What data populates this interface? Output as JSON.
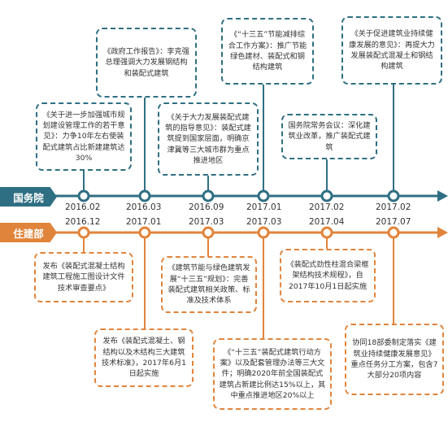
{
  "rows": {
    "guowuyuan": {
      "label": "国务院",
      "color": "#2f6f83"
    },
    "zhujianbu": {
      "label": "住建部",
      "color": "#e1843b"
    }
  },
  "top_dates": [
    "2016.02",
    "2016.03",
    "2016.09",
    "2017.01",
    "2017.02",
    "2017.02"
  ],
  "bottom_dates": [
    "2016.12",
    "2017.01",
    "2017.03",
    "2017.03",
    "2017.04",
    "2017.07"
  ],
  "top_events": [
    "《关于进一步加强城市规划建设管理工作的若干意见》：力争10年左右使装配式建筑占比新建建筑达30%",
    "《政府工作报告》：李克强总理强调大力发展钢结构和装配式建筑",
    "《关于大力发展装配式建筑的指导意见》：装配式建筑提到国家层面，明确京津冀等三大城市群为重点推进地区",
    "《“十三五”节能减排综合工作方案》：推广节能绿色建材、装配式和钢结构建筑",
    "国务院常务会议：深化建筑业改革，推广装配式建筑",
    "《关于促进建筑业持续健康发展的意见》：再提大力发展装配式混凝土和钢结构建筑"
  ],
  "bottom_events": [
    "发布《装配式混凝土结构建筑工程施工图设计文件技术审查要点》",
    "发布《装配式混凝土、钢结构以及木结构三大建筑技术标准》，2017年6月1日起实施",
    "《建筑节能与绿色建筑发展“十三五”规划》：完善装配式建筑相关政策、标准及技术体系",
    "《“十三五”装配式建筑行动方案》以及配套管理办法等三大文件；明确2020年前全国装配式建筑占新建比例达15%以上，其中重点推进地区20%以上",
    "《装配式劲性柱混合梁框架结构技术规程》，自2017年10月1日起实施",
    "协同18部委制定落实《建筑业持续健康发展意见》重点任务分工方案，包含7大部分20项内容"
  ]
}
